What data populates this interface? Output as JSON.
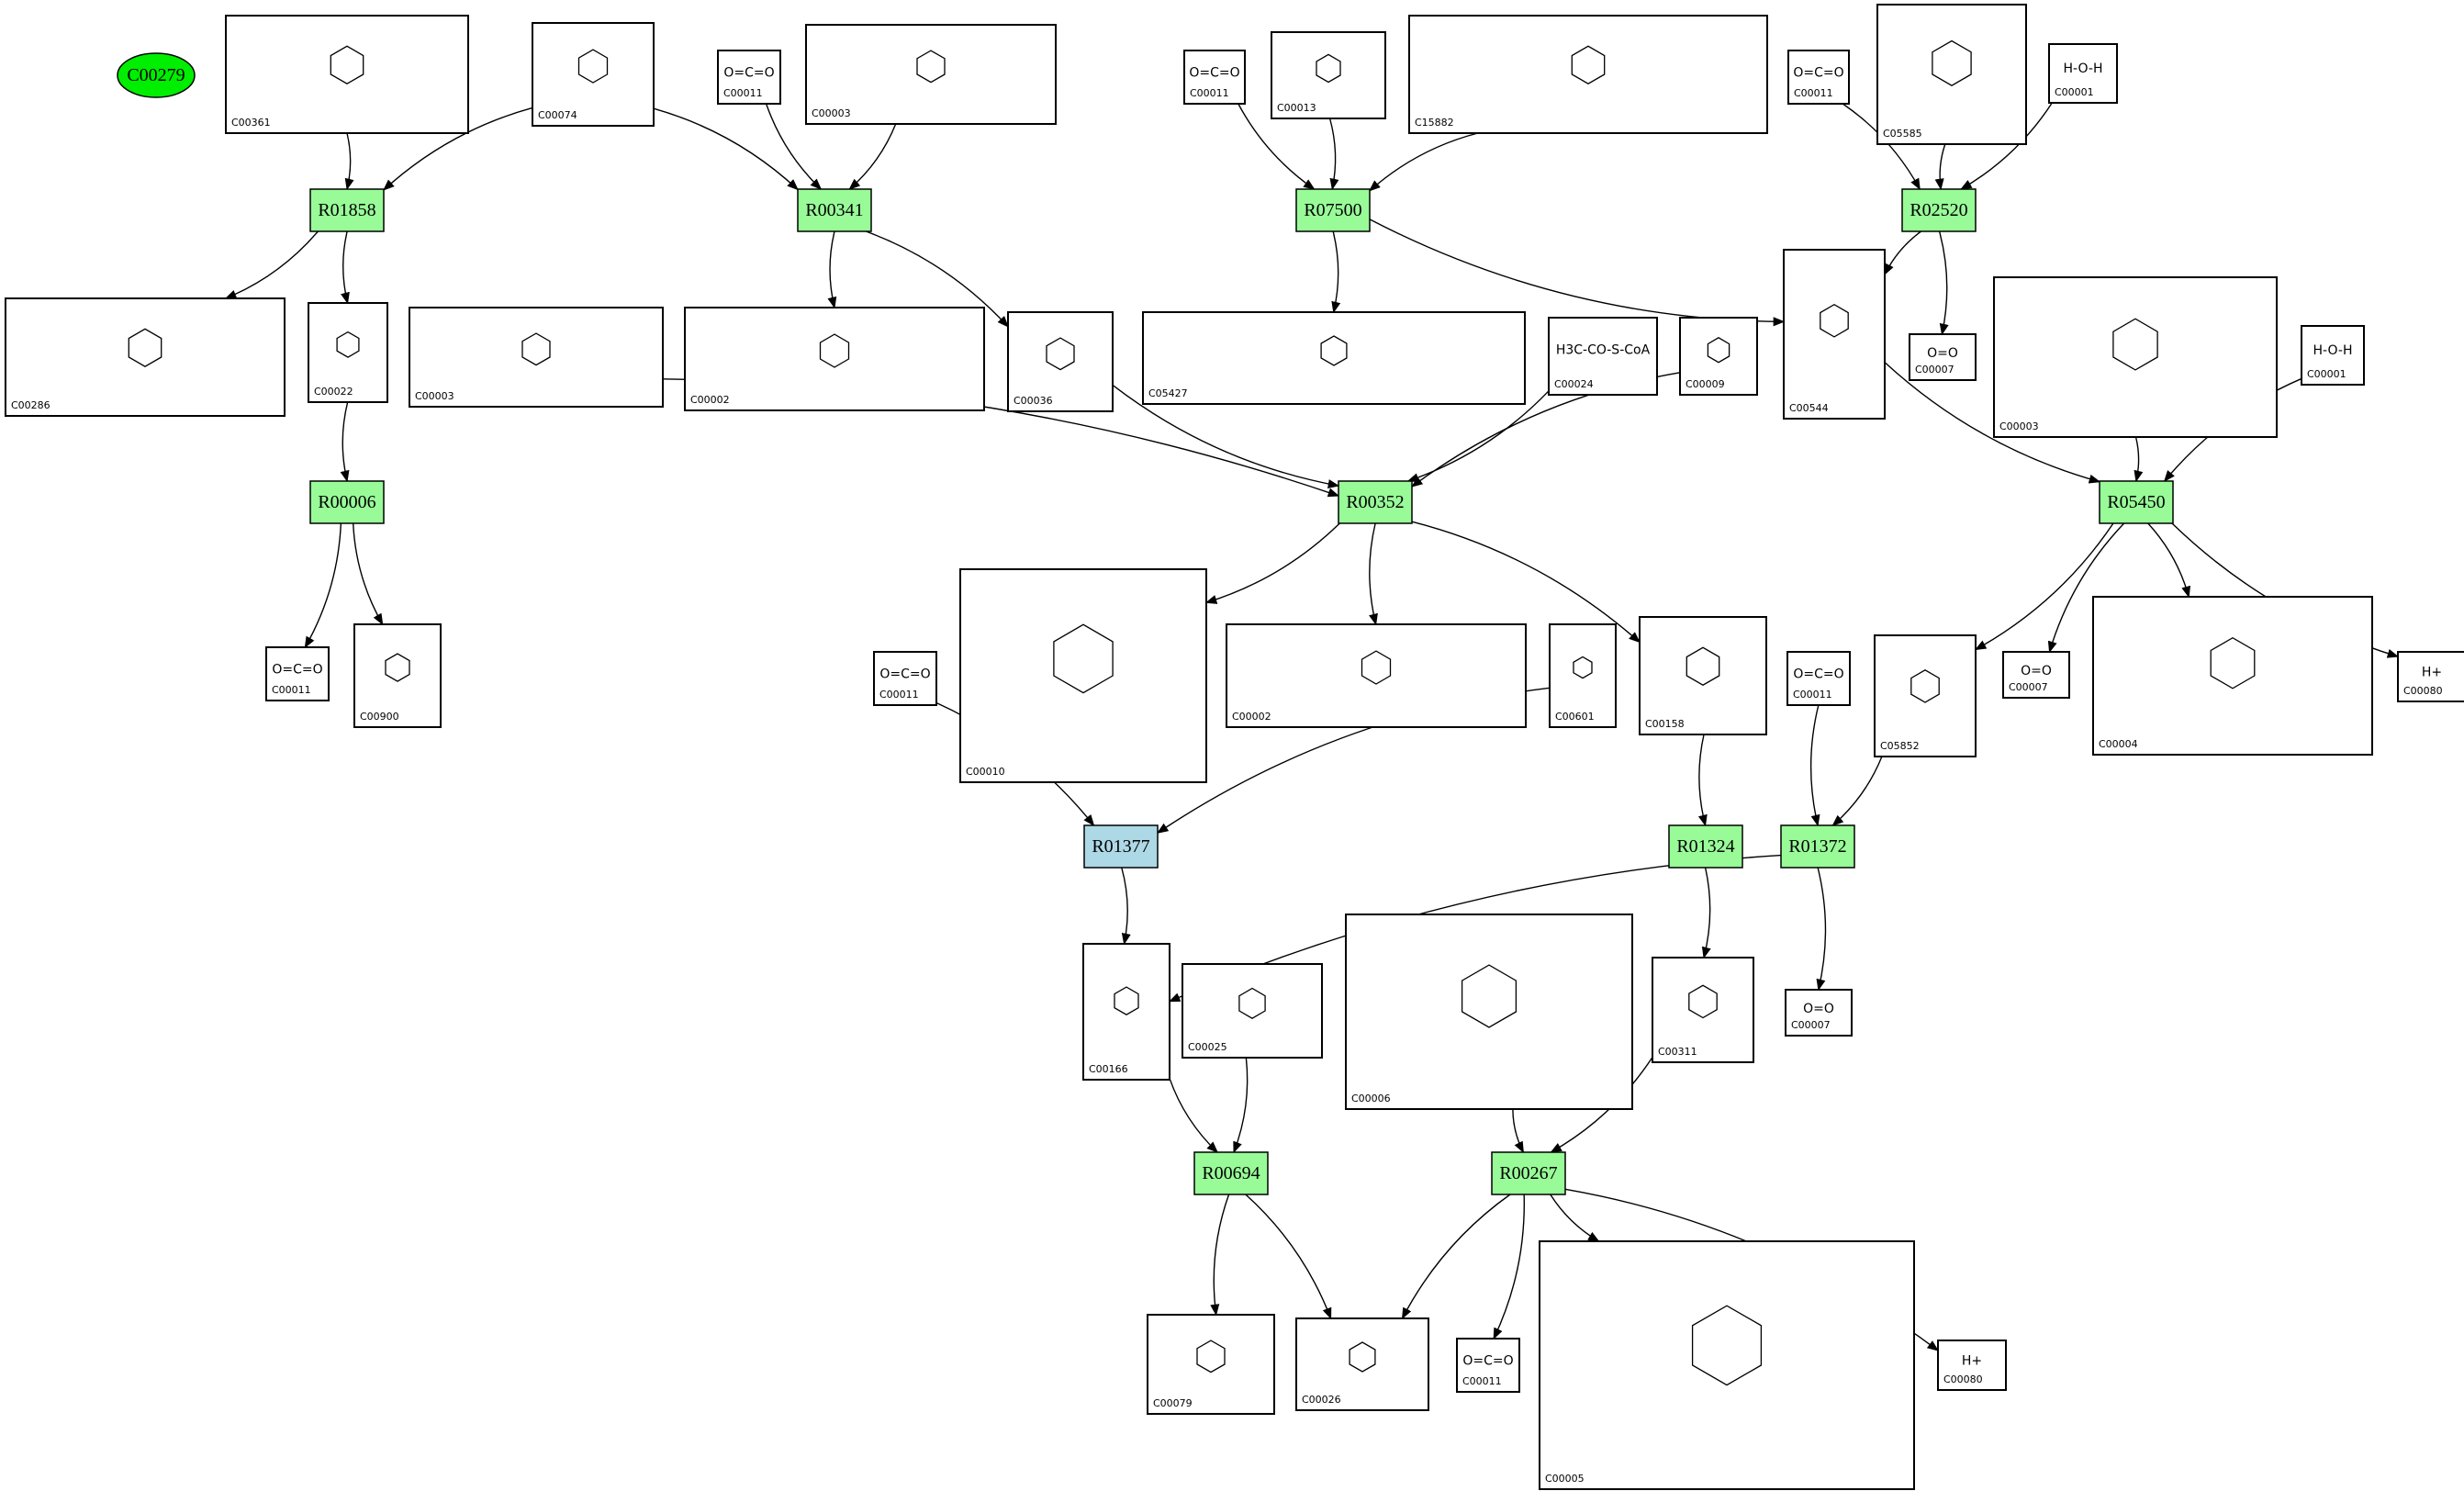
{
  "start_compound": "C00279",
  "reactions": [
    {
      "id": "R01858",
      "kind": "normal"
    },
    {
      "id": "R00341",
      "kind": "normal"
    },
    {
      "id": "R07500",
      "kind": "normal"
    },
    {
      "id": "R02520",
      "kind": "normal"
    },
    {
      "id": "R00006",
      "kind": "normal"
    },
    {
      "id": "R00352",
      "kind": "normal"
    },
    {
      "id": "R05450",
      "kind": "normal"
    },
    {
      "id": "R01377",
      "kind": "highlight"
    },
    {
      "id": "R01324",
      "kind": "normal"
    },
    {
      "id": "R01372",
      "kind": "normal"
    },
    {
      "id": "R00694",
      "kind": "normal"
    },
    {
      "id": "R00267",
      "kind": "normal"
    }
  ],
  "compounds": [
    {
      "key": "c00361",
      "label": "C00361",
      "formula": ""
    },
    {
      "key": "c00074",
      "label": "C00074",
      "formula": ""
    },
    {
      "key": "c00011a",
      "label": "C00011",
      "formula": "O=C=O"
    },
    {
      "key": "c00003a",
      "label": "C00003",
      "formula": ""
    },
    {
      "key": "c00011b",
      "label": "C00011",
      "formula": "O=C=O"
    },
    {
      "key": "c00013",
      "label": "C00013",
      "formula": ""
    },
    {
      "key": "c15882",
      "label": "C15882",
      "formula": ""
    },
    {
      "key": "c00011c",
      "label": "C00011",
      "formula": "O=C=O"
    },
    {
      "key": "c05585",
      "label": "C05585",
      "formula": ""
    },
    {
      "key": "c00001a",
      "label": "C00001",
      "formula": "H-O-H"
    },
    {
      "key": "c00286",
      "label": "C00286",
      "formula": ""
    },
    {
      "key": "c00022",
      "label": "C00022",
      "formula": ""
    },
    {
      "key": "c00003b",
      "label": "C00003",
      "formula": ""
    },
    {
      "key": "c00002a",
      "label": "C00002",
      "formula": ""
    },
    {
      "key": "c00036",
      "label": "C00036",
      "formula": ""
    },
    {
      "key": "c05427",
      "label": "C05427",
      "formula": ""
    },
    {
      "key": "c00024",
      "label": "C00024",
      "formula": "H3C-CO-S-CoA"
    },
    {
      "key": "c00009",
      "label": "C00009",
      "formula": ""
    },
    {
      "key": "c00544",
      "label": "C00544",
      "formula": ""
    },
    {
      "key": "c00007a",
      "label": "C00007",
      "formula": "O=O"
    },
    {
      "key": "c00003c",
      "label": "C00003",
      "formula": ""
    },
    {
      "key": "c00001b",
      "label": "C00001",
      "formula": "H-O-H"
    },
    {
      "key": "c00011d",
      "label": "C00011",
      "formula": "O=C=O"
    },
    {
      "key": "c00900",
      "label": "C00900",
      "formula": ""
    },
    {
      "key": "c00010",
      "label": "C00010",
      "formula": ""
    },
    {
      "key": "c00002b",
      "label": "C00002",
      "formula": ""
    },
    {
      "key": "c00601",
      "label": "C00601",
      "formula": ""
    },
    {
      "key": "c00158",
      "label": "C00158",
      "formula": ""
    },
    {
      "key": "c00011e",
      "label": "C00011",
      "formula": "O=C=O"
    },
    {
      "key": "c05852",
      "label": "C05852",
      "formula": ""
    },
    {
      "key": "c00007b",
      "label": "C00007",
      "formula": "O=O"
    },
    {
      "key": "c00004",
      "label": "C00004",
      "formula": ""
    },
    {
      "key": "c00080a",
      "label": "C00080",
      "formula": "H+"
    },
    {
      "key": "c00011f",
      "label": "C00011",
      "formula": "O=C=O"
    },
    {
      "key": "c00166",
      "label": "C00166",
      "formula": ""
    },
    {
      "key": "c00025",
      "label": "C00025",
      "formula": ""
    },
    {
      "key": "c00006",
      "label": "C00006",
      "formula": ""
    },
    {
      "key": "c00311",
      "label": "C00311",
      "formula": ""
    },
    {
      "key": "c00007c",
      "label": "C00007",
      "formula": "O=O"
    },
    {
      "key": "c00079",
      "label": "C00079",
      "formula": ""
    },
    {
      "key": "c00026",
      "label": "C00026",
      "formula": ""
    },
    {
      "key": "c00011g",
      "label": "C00011",
      "formula": "O=C=O"
    },
    {
      "key": "c00005",
      "label": "C00005",
      "formula": ""
    },
    {
      "key": "c00080b",
      "label": "C00080",
      "formula": "H+"
    }
  ],
  "edges": [
    [
      "c00361",
      "R01858"
    ],
    [
      "c00074",
      "R01858"
    ],
    [
      "R01858",
      "c00286"
    ],
    [
      "R01858",
      "c00022"
    ],
    [
      "c00074",
      "R00341"
    ],
    [
      "c00011a",
      "R00341"
    ],
    [
      "c00003a",
      "R00341"
    ],
    [
      "R00341",
      "c00002a"
    ],
    [
      "R00341",
      "c00036"
    ],
    [
      "c00011b",
      "R07500"
    ],
    [
      "c00013",
      "R07500"
    ],
    [
      "c15882",
      "R07500"
    ],
    [
      "R07500",
      "c05427"
    ],
    [
      "R07500",
      "c00544"
    ],
    [
      "c00011c",
      "R02520"
    ],
    [
      "c05585",
      "R02520"
    ],
    [
      "c00001a",
      "R02520"
    ],
    [
      "R02520",
      "c00544"
    ],
    [
      "R02520",
      "c00007a"
    ],
    [
      "c00022",
      "R00006"
    ],
    [
      "R00006",
      "c00011d"
    ],
    [
      "R00006",
      "c00900"
    ],
    [
      "c00003b",
      "R00352"
    ],
    [
      "c00036",
      "R00352"
    ],
    [
      "c00024",
      "R00352"
    ],
    [
      "c00009",
      "R00352"
    ],
    [
      "R00352",
      "c00010"
    ],
    [
      "R00352",
      "c00002b"
    ],
    [
      "R00352",
      "c00158"
    ],
    [
      "c00544",
      "R05450"
    ],
    [
      "c00003c",
      "R05450"
    ],
    [
      "c00001b",
      "R05450"
    ],
    [
      "R05450",
      "c05852"
    ],
    [
      "R05450",
      "c00007b"
    ],
    [
      "R05450",
      "c00004"
    ],
    [
      "R05450",
      "c00080a"
    ],
    [
      "c00011f",
      "R01377"
    ],
    [
      "c00601",
      "R01377"
    ],
    [
      "R01377",
      "c00166"
    ],
    [
      "c00158",
      "R01324"
    ],
    [
      "R01324",
      "c00311"
    ],
    [
      "c00011e",
      "R01372"
    ],
    [
      "c05852",
      "R01372"
    ],
    [
      "R01372",
      "c00166"
    ],
    [
      "R01372",
      "c00007c"
    ],
    [
      "c00166",
      "R00694"
    ],
    [
      "c00025",
      "R00694"
    ],
    [
      "R00694",
      "c00079"
    ],
    [
      "R00694",
      "c00026"
    ],
    [
      "c00006",
      "R00267"
    ],
    [
      "c00311",
      "R00267"
    ],
    [
      "R00267",
      "c00026"
    ],
    [
      "R00267",
      "c00011g"
    ],
    [
      "R00267",
      "c00005"
    ],
    [
      "R00267",
      "c00080b"
    ]
  ]
}
